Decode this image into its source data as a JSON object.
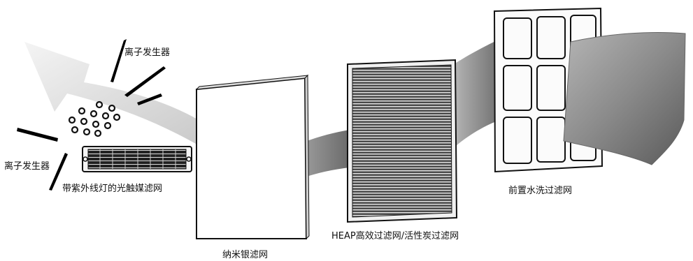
{
  "labels": {
    "ion_generator_top": "离子发生器",
    "ion_generator_left": "离子发生器",
    "uv_photocatalyst": "带紫外线灯的光触媒滤网",
    "nano_silver": "纳米银滤网",
    "heap_carbon": "HEAP高效过滤网/活性炭过滤网",
    "prewash": "前置水洗过滤网"
  }
}
